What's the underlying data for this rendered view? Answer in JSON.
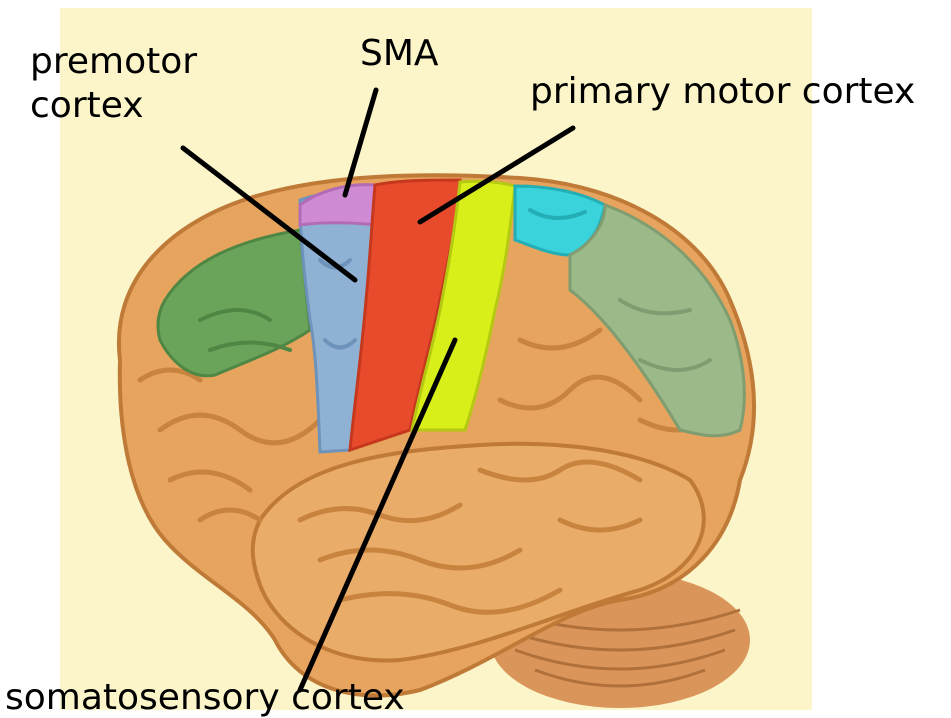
{
  "labels": {
    "premotor_line1": "premotor",
    "premotor_line2": "cortex",
    "sma": "SMA",
    "primary_motor": "primary motor cortex",
    "somatosensory": "somatosensory cortex"
  },
  "colors": {
    "background_panel": "#fbf5c9",
    "brain_base": "#e7a45e",
    "brain_shadow": "#c97f3a",
    "prefrontal_green": "#6aa45a",
    "premotor_blue": "#8fb1d3",
    "sma_pink": "#cf8ad4",
    "primary_motor_red": "#e84a2c",
    "somatosensory_yellow": "#d9ef1a",
    "parietal_cyan": "#3ad2db",
    "parietal_sage": "#9cb98a",
    "pointer_line": "#000000"
  }
}
